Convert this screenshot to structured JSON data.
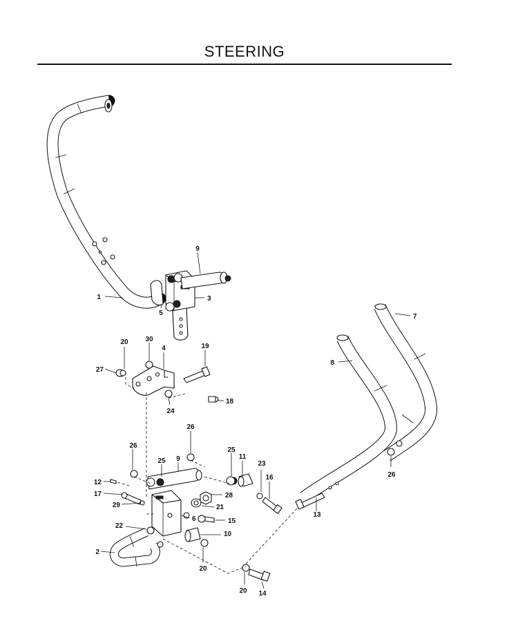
{
  "title": "STEERING",
  "callouts": [
    {
      "id": "c1",
      "label": "1"
    },
    {
      "id": "c2",
      "label": "2"
    },
    {
      "id": "c3",
      "label": "3"
    },
    {
      "id": "c4",
      "label": "4"
    },
    {
      "id": "c5",
      "label": "5"
    },
    {
      "id": "c6",
      "label": "6"
    },
    {
      "id": "c7",
      "label": "7"
    },
    {
      "id": "c8",
      "label": "8"
    },
    {
      "id": "c9a",
      "label": "9"
    },
    {
      "id": "c9b",
      "label": "9"
    },
    {
      "id": "c10",
      "label": "10"
    },
    {
      "id": "c11",
      "label": "11"
    },
    {
      "id": "c12",
      "label": "12"
    },
    {
      "id": "c13",
      "label": "13"
    },
    {
      "id": "c14",
      "label": "14"
    },
    {
      "id": "c15",
      "label": "15"
    },
    {
      "id": "c16",
      "label": "16"
    },
    {
      "id": "c17",
      "label": "17"
    },
    {
      "id": "c18",
      "label": "18"
    },
    {
      "id": "c19",
      "label": "19"
    },
    {
      "id": "c20a",
      "label": "20"
    },
    {
      "id": "c20b",
      "label": "20"
    },
    {
      "id": "c20c",
      "label": "20"
    },
    {
      "id": "c21",
      "label": "21"
    },
    {
      "id": "c22",
      "label": "22"
    },
    {
      "id": "c23",
      "label": "23"
    },
    {
      "id": "c24",
      "label": "24"
    },
    {
      "id": "c25a",
      "label": "25"
    },
    {
      "id": "c25b",
      "label": "25"
    },
    {
      "id": "c26a",
      "label": "26"
    },
    {
      "id": "c26b",
      "label": "26"
    },
    {
      "id": "c26c",
      "label": "26"
    },
    {
      "id": "c27",
      "label": "27"
    },
    {
      "id": "c28",
      "label": "28"
    },
    {
      "id": "c29",
      "label": "29"
    },
    {
      "id": "c30",
      "label": "30"
    }
  ]
}
